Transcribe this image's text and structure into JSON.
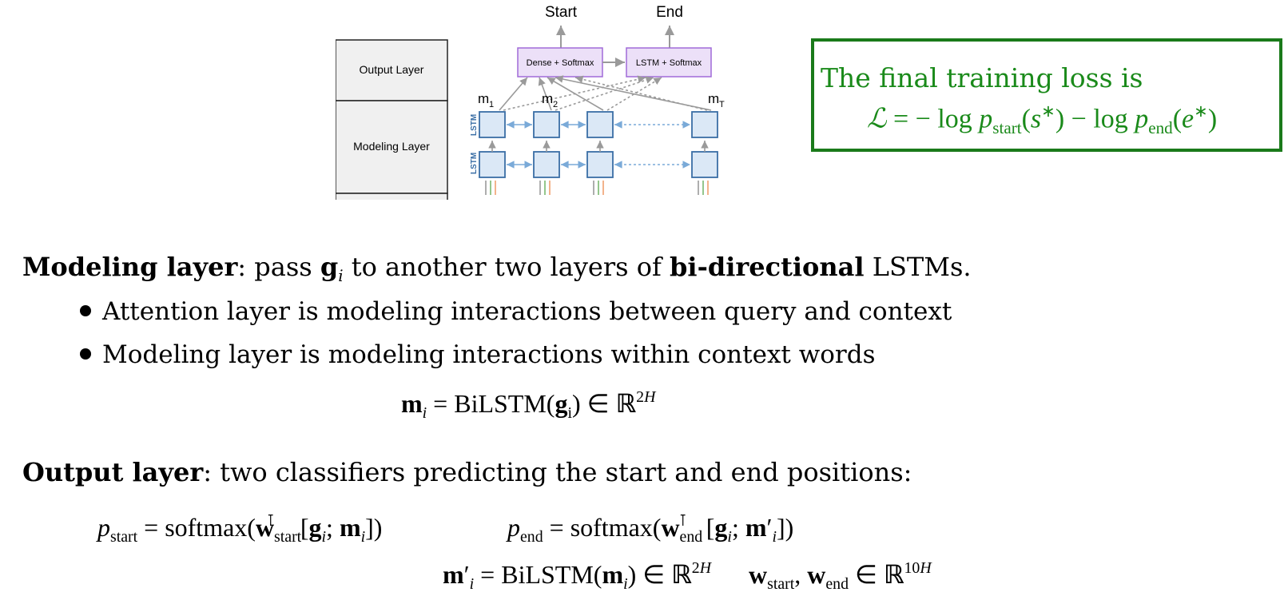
{
  "diagram": {
    "start_label": "Start",
    "end_label": "End",
    "dense_box": "Dense + Softmax",
    "lstm_box": "LSTM + Softmax",
    "output_layer": "Output Layer",
    "modeling_layer": "Modeling Layer",
    "lstm_label": "LSTM",
    "m_labels": [
      "m",
      "m",
      "m"
    ],
    "m_subs": [
      "1",
      "2",
      "T"
    ],
    "colors": {
      "purple_fill": "#ece0f8",
      "purple_stroke": "#a06ad8",
      "blue_fill": "#dbe8f6",
      "blue_stroke": "#3a6ea5",
      "arrow_blue": "#7aaad8",
      "gray": "#9a9a9a"
    }
  },
  "loss_box": {
    "title": "The final training loss is",
    "equation": "ℒ = − log p_start(s*) − log p_end(e*)",
    "color": "#1a8a1a"
  },
  "modeling": {
    "heading": "Modeling layer",
    "text_before": ": pass ",
    "g": "g",
    "g_sub": "i",
    "text_mid": " to another two layers of ",
    "bold": "bi-directional",
    "text_after": " LSTMs."
  },
  "bullets": [
    "Attention layer is modeling interactions between query and context",
    "Modeling layer is modeling interactions within context words"
  ],
  "output": {
    "heading": "Output layer",
    "text": ": two classifiers predicting the start and end positions:"
  },
  "equations": {
    "mi": "m_i = BiLSTM(g_i) ∈ ℝ^2H",
    "pstart": "p_start = softmax(w_start^T [g_i; m_i])",
    "pend": "p_end = softmax(w_end^T [g_i; m'_i])",
    "mprime": "m'_i = BiLSTM(m_i) ∈ ℝ^2H",
    "w": "w_start, w_end ∈ ℝ^10H"
  }
}
